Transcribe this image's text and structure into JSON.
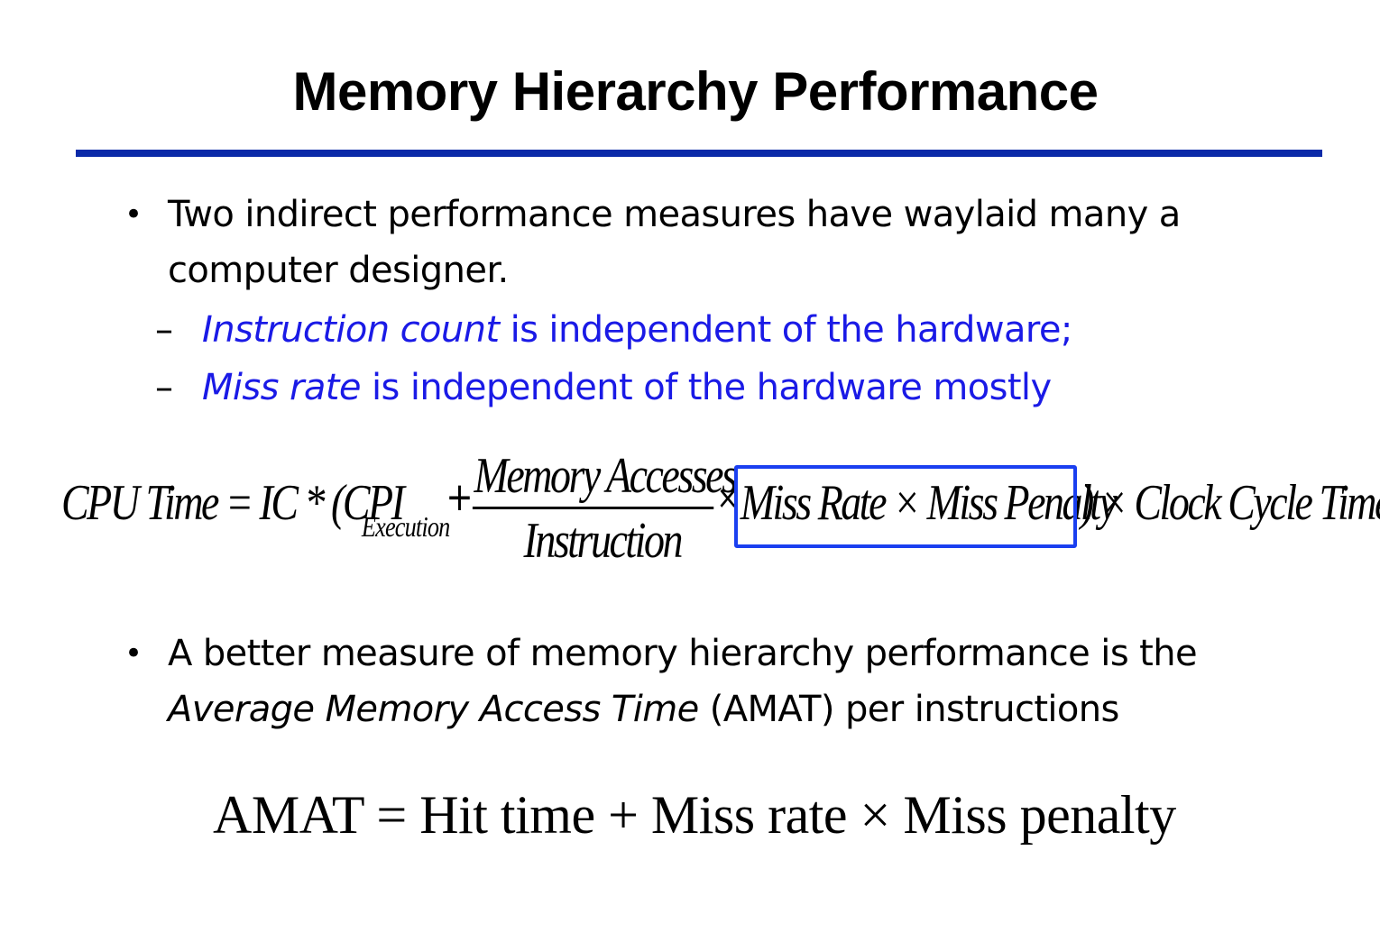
{
  "title": "Memory Hierarchy Performance",
  "colors": {
    "rule": "#0a2aa8",
    "emphasis_text": "#1a1ae6",
    "highlight_box": "#1a3ff0"
  },
  "bullet1": {
    "marker": "•",
    "text": "Two indirect performance measures have waylaid many a computer designer."
  },
  "sub_items": [
    {
      "marker": "–",
      "italic": "Instruction count",
      "rest": " is independent of the hardware;"
    },
    {
      "marker": "–",
      "italic": "Miss rate",
      "rest": " is independent of the hardware mostly"
    }
  ],
  "cpu_formula": {
    "lhs": "CPU Time = IC * (CPI",
    "subscript": "Execution",
    "plus": "+",
    "numerator": "Memory Accesses",
    "denominator": "Instruction",
    "times": "×",
    "highlighted": "Miss Rate × Miss Penalty",
    "rest": ") × Clock Cycle Time"
  },
  "bullet2": {
    "marker": "•",
    "text_before": "A better measure of memory hierarchy performance is the ",
    "italic": "Average Memory Access Time",
    "text_after": " (AMAT) per instructions"
  },
  "amat_formula": "AMAT = Hit time + Miss rate × Miss penalty"
}
